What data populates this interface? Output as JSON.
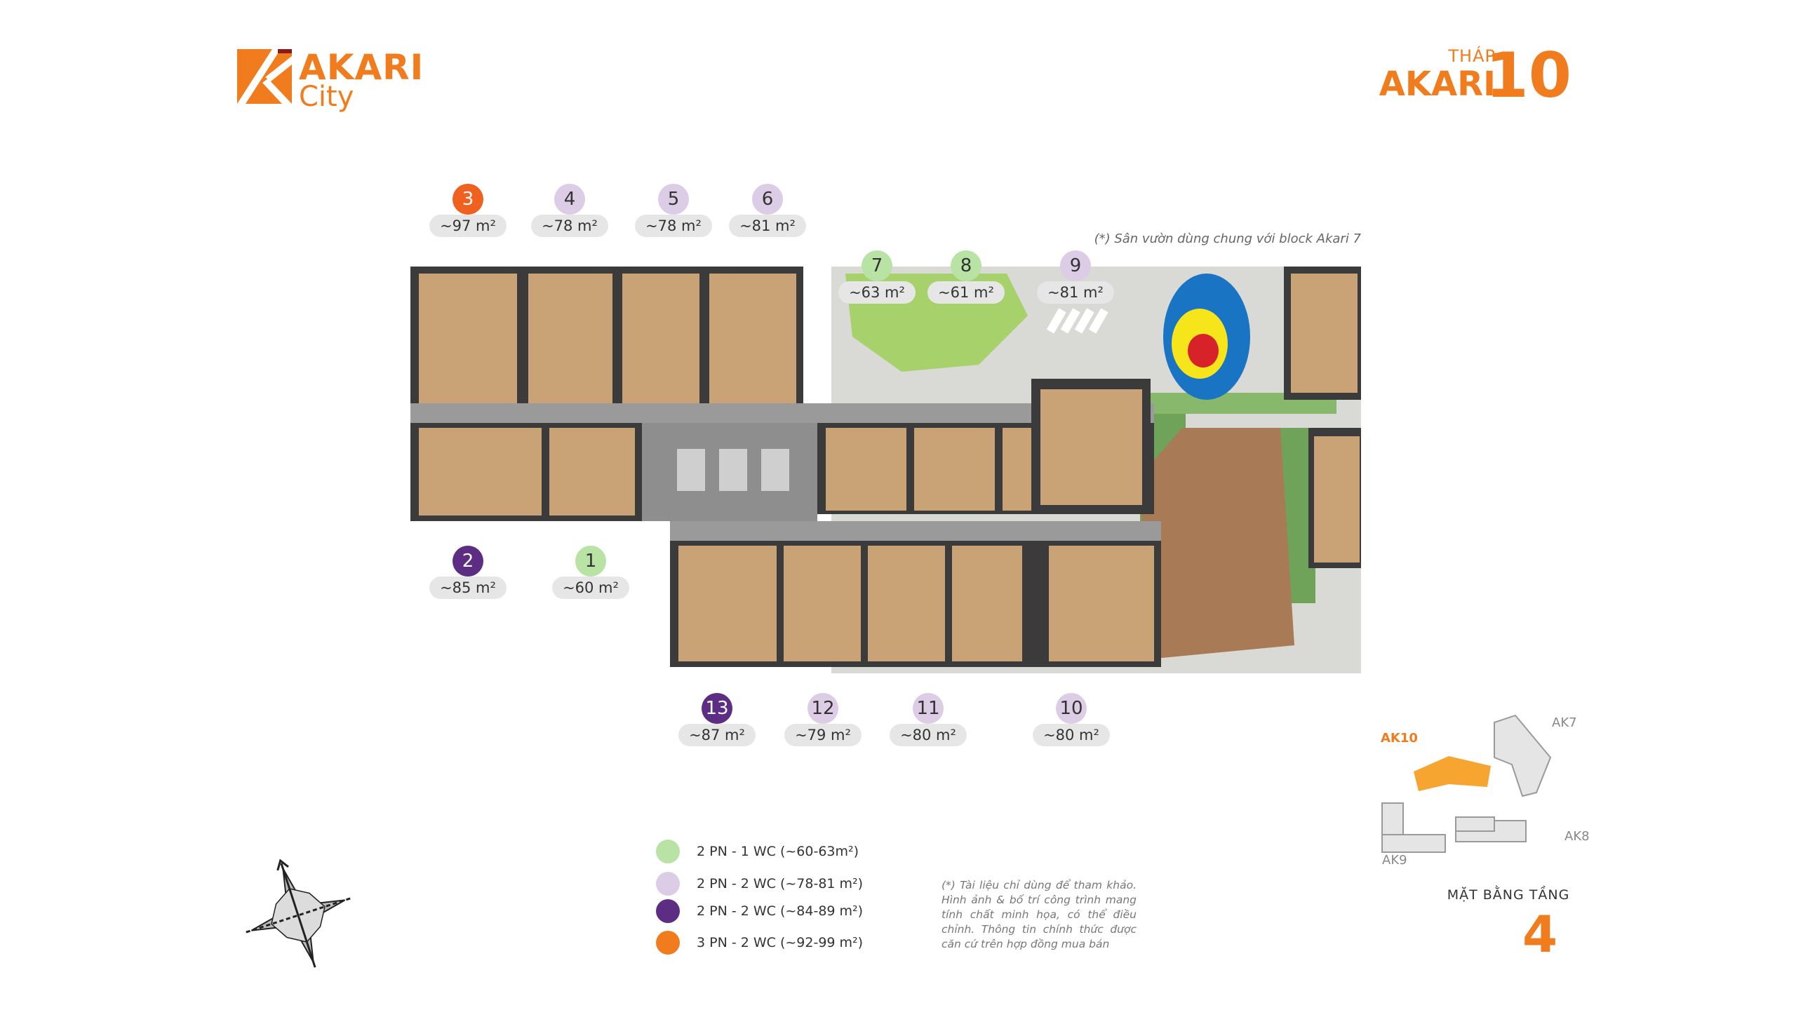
{
  "logo": {
    "brand": "AKARI",
    "sub": "City"
  },
  "tower": {
    "prefix": "THÁP",
    "name": "AKARI",
    "number": "10"
  },
  "garden_note": "(*) Sân vườn dùng chung với block Akari 7",
  "units": [
    {
      "id": "3",
      "area": "~97 m²",
      "type": "3 PN - 2 WC"
    },
    {
      "id": "4",
      "area": "~78 m²",
      "type": "2 PN - 2 WC 78-81"
    },
    {
      "id": "5",
      "area": "~78 m²",
      "type": "2 PN - 2 WC 78-81"
    },
    {
      "id": "6",
      "area": "~81 m²",
      "type": "2 PN - 2 WC 78-81"
    },
    {
      "id": "7",
      "area": "~63 m²",
      "type": "2 PN - 1 WC"
    },
    {
      "id": "8",
      "area": "~61 m²",
      "type": "2 PN - 1 WC"
    },
    {
      "id": "9",
      "area": "~81 m²",
      "type": "2 PN - 2 WC 78-81"
    },
    {
      "id": "2",
      "area": "~85 m²",
      "type": "2 PN - 2 WC 84-89"
    },
    {
      "id": "1",
      "area": "~60 m²",
      "type": "2 PN - 1 WC"
    },
    {
      "id": "13",
      "area": "~87 m²",
      "type": "2 PN - 2 WC 84-89"
    },
    {
      "id": "12",
      "area": "~79 m²",
      "type": "2 PN - 2 WC 78-81"
    },
    {
      "id": "11",
      "area": "~80 m²",
      "type": "2 PN - 2 WC 78-81"
    },
    {
      "id": "10",
      "area": "~80 m²",
      "type": "2 PN - 2 WC 78-81"
    }
  ],
  "legend": [
    {
      "label": "2 PN - 1 WC (~60-63m²)",
      "color": "#b8e3a5"
    },
    {
      "label": "2 PN - 2 WC (~78-81 m²)",
      "color": "#ddcce6"
    },
    {
      "label": "2 PN - 2 WC (~84-89 m²)",
      "color": "#5d2d83"
    },
    {
      "label": "3 PN - 2 WC (~92-99 m²)",
      "color": "#f07c1e"
    }
  ],
  "disclaimer": "(*) Tài liệu chỉ dùng để tham khảo. Hình ảnh & bố trí công trình mang tính chất minh họa, có thể điều chỉnh. Thông tin chính thức được căn cứ trên hợp đồng mua bán",
  "keymap": {
    "ak10": "AK10",
    "ak7": "AK7",
    "ak8": "AK8",
    "ak9": "AK9"
  },
  "floor": {
    "title": "MẶT BẰNG TẦNG",
    "number": "4"
  },
  "colors": {
    "accent": "#f07c1e",
    "green": "#b8e3a5",
    "lilac": "#ddcce6",
    "purple": "#5d2d83",
    "orange": "#f0601e"
  },
  "icons": {
    "logo": "akari-logo-mark",
    "compass": "compass-rose-icon"
  }
}
